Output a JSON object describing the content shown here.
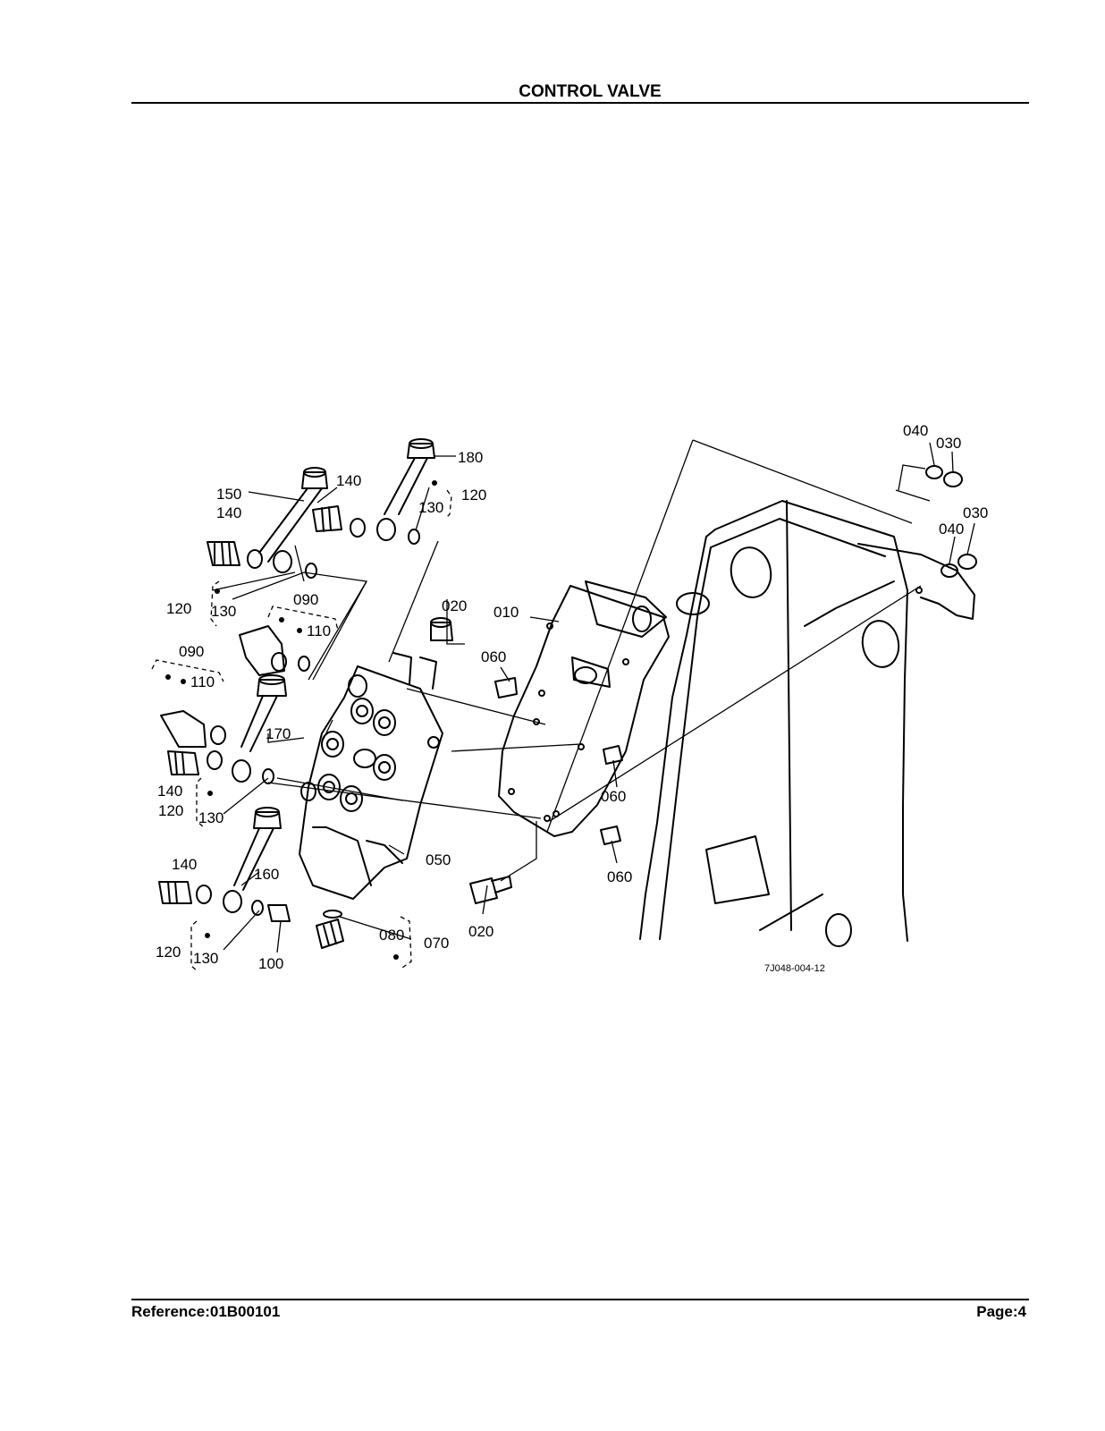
{
  "header": {
    "title": "CONTROL VALVE"
  },
  "footer": {
    "reference": "Reference:01B00101",
    "page": "Page:4"
  },
  "diagram": {
    "drawing_number": "7J048-004-12",
    "callouts": {
      "c010": "010",
      "c020a": "020",
      "c020b": "020",
      "c030a": "030",
      "c030b": "030",
      "c040a": "040",
      "c040b": "040",
      "c050": "050",
      "c060a": "060",
      "c060b": "060",
      "c060c": "060",
      "c070": "070",
      "c080": "080",
      "c090a": "090",
      "c090b": "090",
      "c100": "100",
      "c110a": "110",
      "c110b": "110",
      "c120a": "120",
      "c120b": "120",
      "c120c": "120",
      "c120d": "120",
      "c130a": "130",
      "c130b": "130",
      "c130c": "130",
      "c130d": "130",
      "c140a": "140",
      "c140b": "140",
      "c140c": "140",
      "c140d": "140",
      "c150": "150",
      "c160": "160",
      "c170": "170",
      "c180": "180"
    }
  }
}
